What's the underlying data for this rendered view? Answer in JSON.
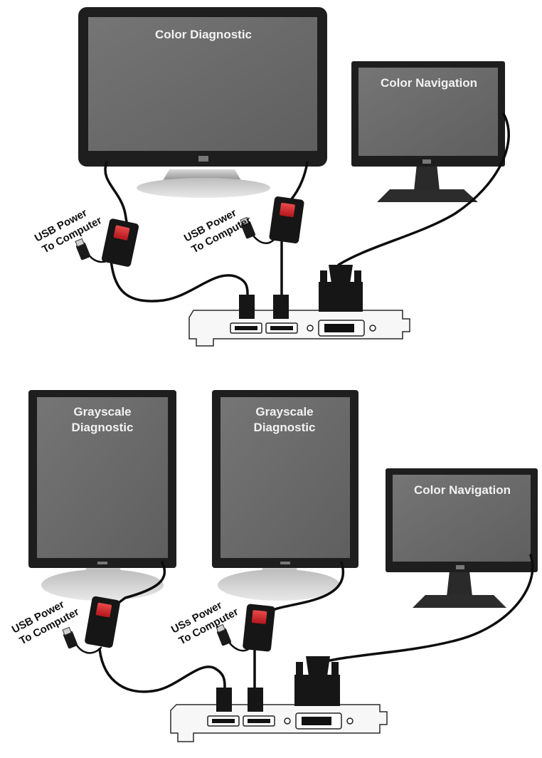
{
  "top_setup": {
    "monitor_main": {
      "title": "Color Diagnostic"
    },
    "monitor_nav": {
      "title": "Color Navigation"
    },
    "label_left": {
      "line1": "USB Power",
      "line2": "To Computer"
    },
    "label_right": {
      "line1": "USB Power",
      "line2": "To Computer"
    }
  },
  "bottom_setup": {
    "monitor_left": {
      "line1": "Grayscale",
      "line2": "Diagnostic"
    },
    "monitor_mid": {
      "line1": "Grayscale",
      "line2": "Diagnostic"
    },
    "monitor_nav": {
      "title": "Color Navigation"
    },
    "label_left": {
      "line1": "USB Power",
      "line2": "To Computer"
    },
    "label_right": {
      "line1": "USs Power",
      "line2": "To Computer"
    }
  },
  "colors": {
    "bezel": "#1e1e1e",
    "screen": "#6b6b6b",
    "stand": "#a9a9a9",
    "adapter": "#161616",
    "adapter_indicator": "#d2232a",
    "card": "#f7f7f7"
  }
}
